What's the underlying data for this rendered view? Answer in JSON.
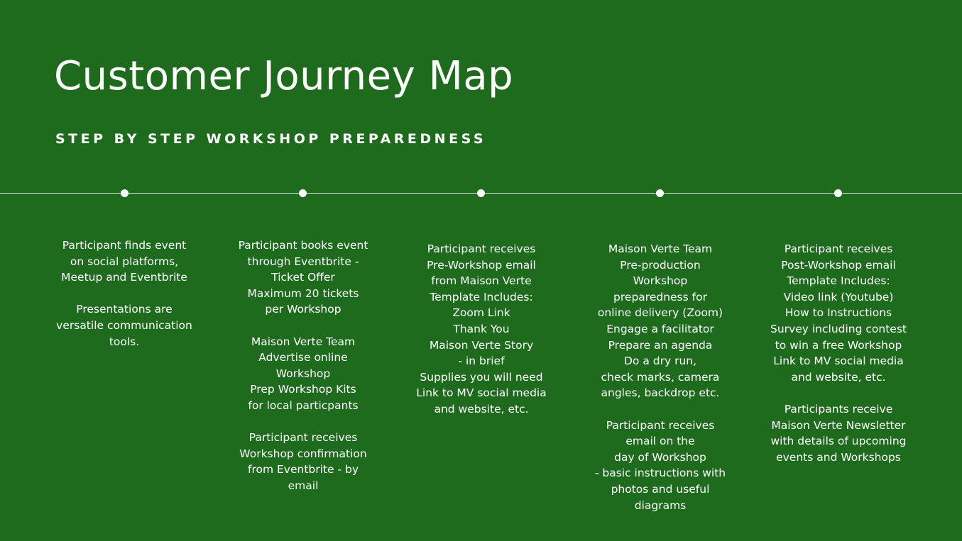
{
  "title": "Customer Journey Map",
  "subtitle": "STEP BY STEP WORKSHOP PREPAREDNESS",
  "colors": {
    "background": "#1e6b1e",
    "text": "#ffffff",
    "timeline": "#d8e6d8"
  },
  "steps": [
    {
      "lines": [
        "Participant finds event",
        "on social platforms,",
        "Meetup and Eventbrite",
        "",
        "Presentations are",
        "versatile communication",
        "tools."
      ]
    },
    {
      "lines": [
        "Participant books event",
        "through Eventbrite -",
        "Ticket Offer",
        "Maximum 20 tickets",
        "per Workshop",
        "",
        "Maison Verte Team",
        "Advertise online",
        "Workshop",
        "Prep Workshop Kits",
        "for local particpants",
        "",
        "Participant receives",
        "Workshop confirmation",
        "from Eventbrite - by",
        "email"
      ]
    },
    {
      "lines": [
        "Participant receives",
        "Pre-Workshop email",
        "from Maison Verte",
        "Template Includes:",
        "Zoom Link",
        "Thank You",
        "Maison Verte Story",
        "- in brief",
        "Supplies you will need",
        "Link to MV social media",
        "and website, etc."
      ]
    },
    {
      "lines": [
        "Maison Verte Team",
        "Pre-production",
        "Workshop",
        "preparedness for",
        "online delivery (Zoom)",
        "Engage a facilitator",
        "Prepare an agenda",
        "Do a dry run,",
        "check marks, camera",
        "angles, backdrop etc.",
        "",
        "Participant receives",
        "email on the",
        "day of Workshop",
        "- basic instructions with",
        "photos and useful",
        "diagrams"
      ]
    },
    {
      "lines": [
        "Participant receives",
        "Post-Workshop email",
        "Template Includes:",
        "Video link (Youtube)",
        "How to Instructions",
        "Survey including contest",
        "to win a free Workshop",
        "Link to MV social media",
        "and website, etc.",
        "",
        "Participants receive",
        "Maison Verte Newsletter",
        "with details of upcoming",
        "events and Workshops"
      ]
    }
  ]
}
